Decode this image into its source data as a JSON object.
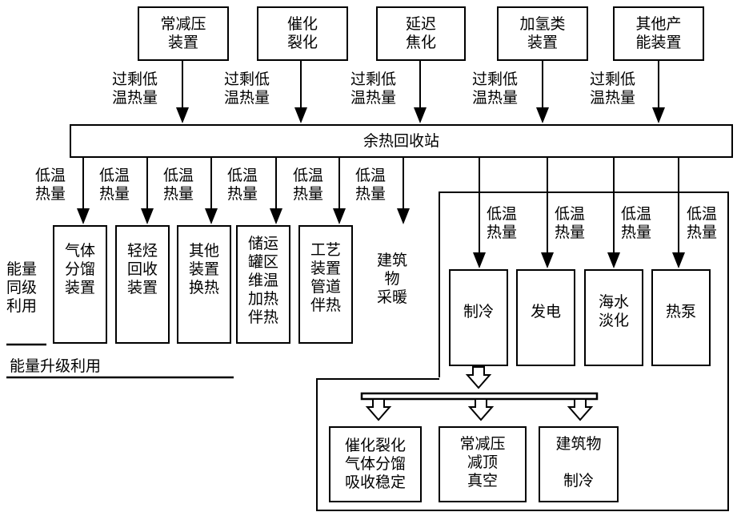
{
  "sources": [
    {
      "id": "atmos-vacuum",
      "label": "常减压\n装置"
    },
    {
      "id": "fcc",
      "label": "催化\n裂化"
    },
    {
      "id": "coking",
      "label": "延迟\n焦化"
    },
    {
      "id": "hydro",
      "label": "加氢类\n装置"
    },
    {
      "id": "other-units",
      "label": "其他产\n能装置"
    }
  ],
  "source_arrow_label": "过剩低\n温热量",
  "station": {
    "label": "余热回收站"
  },
  "branch_arrow_label": "低温\n热量",
  "same_level": {
    "title": "能量\n同级\n利用",
    "items": [
      {
        "id": "gas-fractionation",
        "label": "气体\n分馏\n装置"
      },
      {
        "id": "light-hc-recovery",
        "label": "轻烃\n回收\n装置"
      },
      {
        "id": "other-heat-exchange",
        "label": "其他\n装置\n换热"
      },
      {
        "id": "tank-heating",
        "label": "储运\n罐区\n维温\n加热\n伴热"
      },
      {
        "id": "pipe-tracing",
        "label": "工艺\n装置\n管道\n伴热"
      },
      {
        "id": "building-heating",
        "label": "建筑\n物\n采暖"
      }
    ]
  },
  "upgrade": {
    "title": "能量升级利用",
    "items": [
      {
        "id": "refrigeration",
        "label": "制冷"
      },
      {
        "id": "power",
        "label": "发电"
      },
      {
        "id": "desalination",
        "label": "海水\n淡化"
      },
      {
        "id": "heat-pump",
        "label": "热泵"
      }
    ],
    "refrigeration_targets": [
      {
        "id": "fcc-absorption",
        "label": "催化裂化\n气体分馏\n吸收稳定"
      },
      {
        "id": "vacuum-top",
        "label": "常减压\n减顶\n真空"
      },
      {
        "id": "building-cooling",
        "label": "建筑物\n\n制冷"
      }
    ]
  }
}
